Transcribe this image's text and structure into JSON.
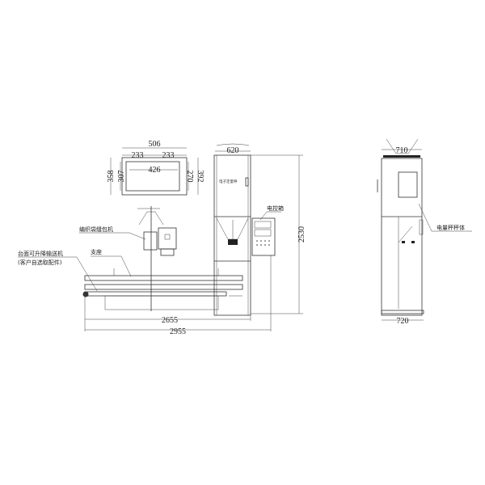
{
  "top_view": {
    "dim_outer_width": "506",
    "dim_half_left": "233",
    "dim_half_right": "233",
    "dim_inner_width": "426",
    "dim_left_outer": "358",
    "dim_left_inner": "307",
    "dim_right_inner": "270",
    "dim_right_outer": "392"
  },
  "front_view": {
    "dim_top_width": "620",
    "dim_height": "2530",
    "dim_length_inner": "2655",
    "dim_length_outer": "2955",
    "label_scale": "电子定量秤",
    "label_control_box": "电控箱",
    "label_sewing": "编织袋缝包机",
    "label_support": "支座",
    "label_conveyor": "台面可升降输送机",
    "label_conveyor_note": "(客户自选取配件)"
  },
  "side_view": {
    "dim_top": "710",
    "dim_bottom": "720",
    "label_scale_body": "电量秤秤体"
  }
}
